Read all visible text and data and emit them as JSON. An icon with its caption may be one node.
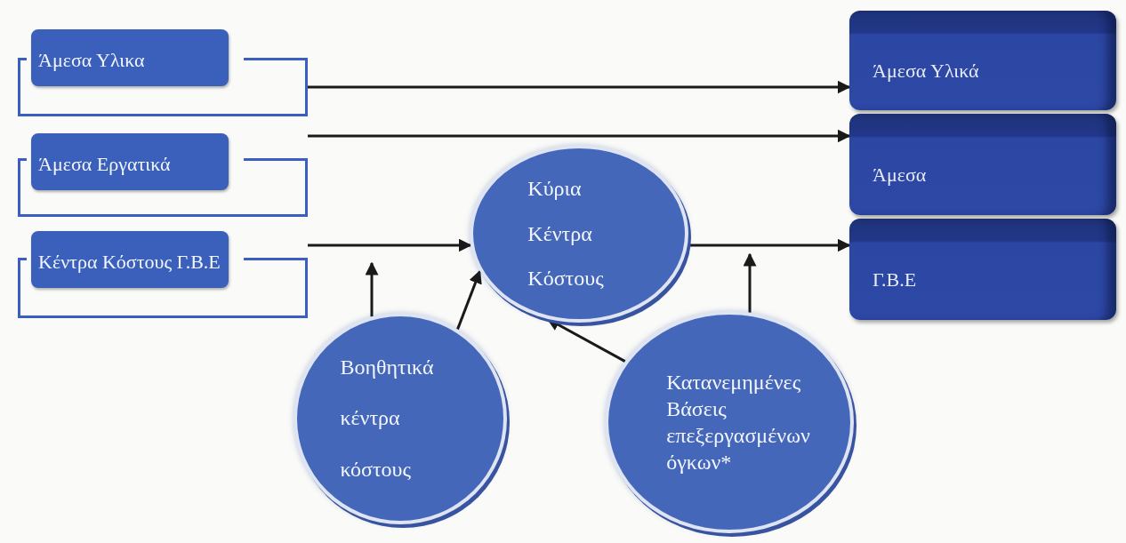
{
  "diagram": {
    "nodes": [
      {
        "text": [
          "Άμεσα Υλικα"
        ]
      },
      {
        "text": [
          "Άμεσα Εργατικά"
        ]
      },
      {
        "text": [
          "Κέντρα Κόστους Γ.Β.Ε"
        ]
      },
      {
        "text": [
          "Κύρια Κέντρα Κόστους"
        ]
      },
      {
        "text": [
          "Άμεσα Υλικά"
        ]
      },
      {
        "text": [
          "Άμεσα"
        ]
      },
      {
        "text": [
          "Γ.Β.Ε"
        ]
      },
      {
        "text": [
          "Βοηθητικά κέντρα κόστους"
        ]
      },
      {
        "text": [
          "Κατανεμημένες Βάσεις επεξεργασμένων όγκων*"
        ]
      }
    ],
    "edges": [
      {
        "from": 0,
        "to": 4,
        "arrow": "to"
      },
      {
        "from": 1,
        "to": 5,
        "arrow": "to"
      },
      {
        "from": 2,
        "to": 3,
        "arrow": "to"
      },
      {
        "from": 3,
        "to": 6,
        "arrow": "to"
      },
      {
        "from": 7,
        "to": null,
        "arrow": "to"
      },
      {
        "from": 8,
        "to": null,
        "arrow": "to"
      },
      {
        "from": 7,
        "to": 3,
        "arrow": "to"
      },
      {
        "from": 8,
        "to": 3,
        "arrow": "to"
      }
    ]
  }
}
